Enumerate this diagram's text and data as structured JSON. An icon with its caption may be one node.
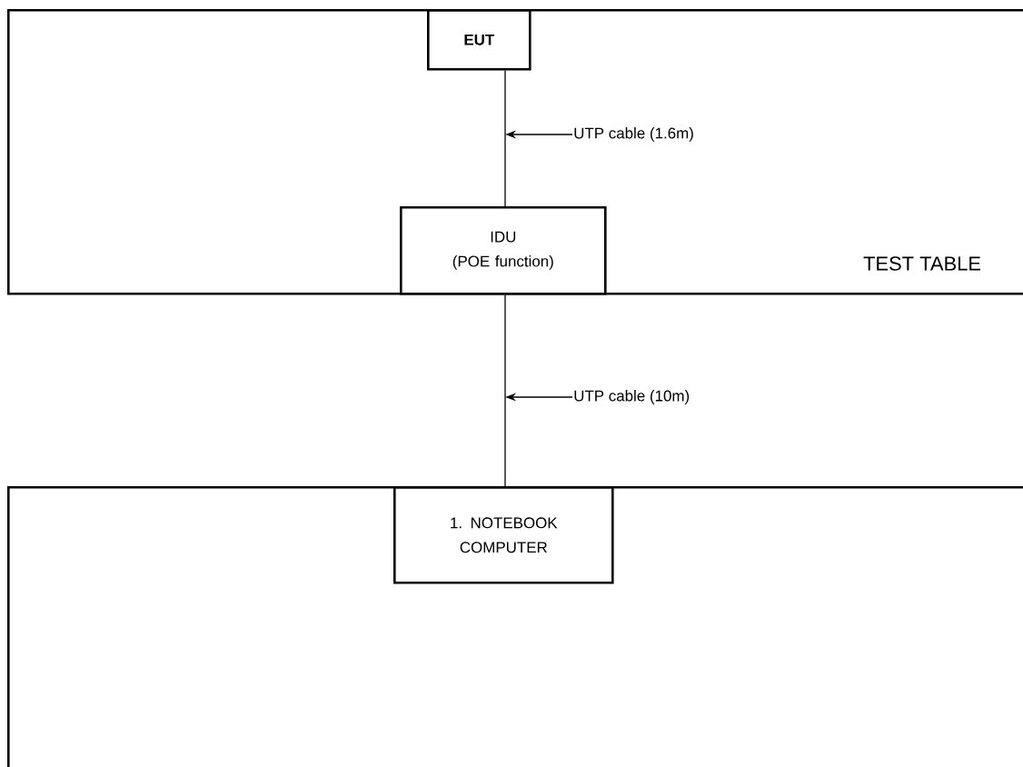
{
  "diagram": {
    "nodes": [
      {
        "text": [
          "TEST TABLE"
        ]
      },
      {
        "text": [
          "EUT"
        ],
        "in": 0
      },
      {
        "text": [
          "IDU",
          "(POE function)"
        ],
        "in": 0
      },
      {
        "text": [],
        "shape": "box"
      },
      {
        "text": [
          "1. NOTEBOOK COMPUTER"
        ],
        "in": 3
      },
      {
        "text": [
          "UTP cable (1.6m)"
        ],
        "in": 0
      },
      {
        "text": [
          "UTP cable (10m)"
        ]
      }
    ],
    "edges": [
      {
        "from": 1,
        "to": 2,
        "arrow": "none"
      },
      {
        "from": 2,
        "to": 4,
        "arrow": "none"
      },
      {
        "from": 5,
        "to": null,
        "arrow": "to"
      },
      {
        "from": 6,
        "to": null,
        "arrow": "to"
      }
    ]
  }
}
